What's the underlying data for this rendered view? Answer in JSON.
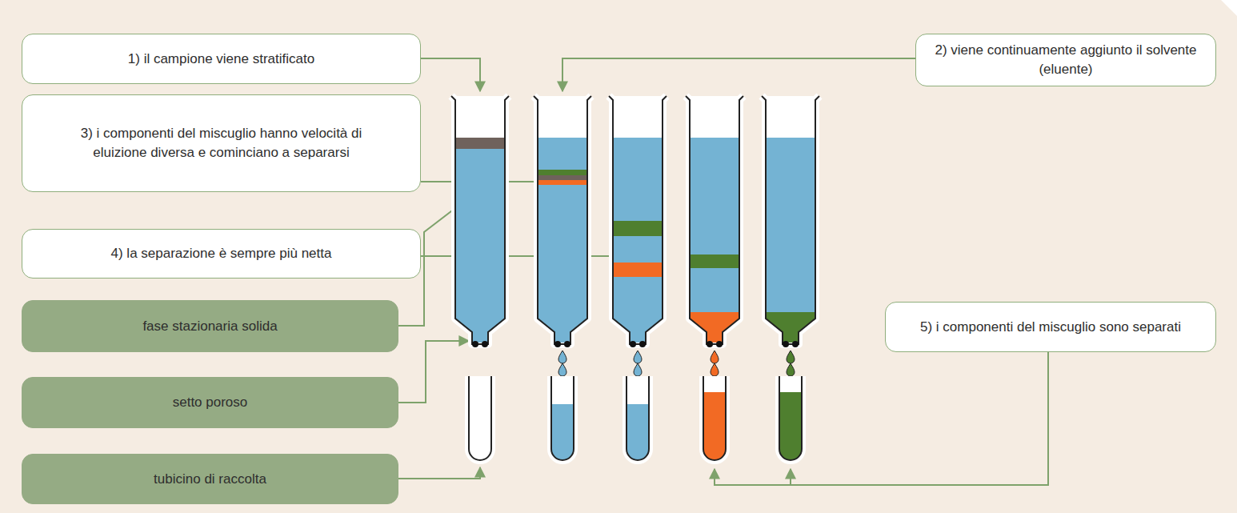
{
  "diagram": {
    "nodes": [
      {
        "text": [
          "1) il campione viene stratificato"
        ]
      },
      {
        "text": [
          "2) viene continuamente aggiunto il solvente (eluente)"
        ]
      },
      {
        "text": [
          "3) i componenti del miscuglio hanno velocità di eluizione diversa e cominciano a separarsi"
        ]
      },
      {
        "text": [
          "4) la separazione è sempre più netta"
        ]
      },
      {
        "text": [
          "fase stazionaria solida"
        ]
      },
      {
        "text": [
          "setto poroso"
        ]
      },
      {
        "text": [
          "tubicino di raccolta"
        ]
      },
      {
        "text": [
          "5) i componenti del miscuglio sono separati"
        ]
      }
    ]
  }
}
